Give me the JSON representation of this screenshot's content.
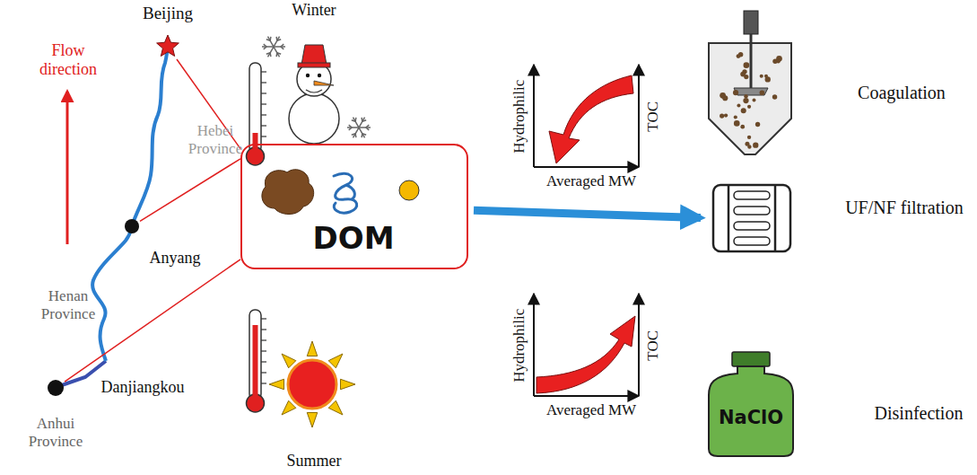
{
  "diagram": {
    "nodes": [
      {
        "text": [
          "Beijing"
        ]
      },
      {
        "text": [
          "Anyang"
        ]
      },
      {
        "text": [
          "Danjiangkou"
        ]
      },
      {
        "text": [
          "DOM"
        ]
      },
      {
        "text": [
          "UF/NF filtration"
        ]
      },
      {
        "text": [
          "NaClO",
          "Disinfection"
        ]
      }
    ],
    "edges": [
      {
        "from": 0,
        "to": 3,
        "arrow": "none"
      },
      {
        "from": 1,
        "to": 3,
        "arrow": "none"
      },
      {
        "from": 2,
        "to": 3,
        "arrow": "none"
      },
      {
        "from": 3,
        "to": 4,
        "arrow": "to"
      }
    ],
    "labels": [
      "Flow direction",
      "Hebei Province",
      "Henan Province",
      "Anhui Province",
      "Winter",
      "Summer",
      "Hydrophilic",
      "Averaged MW",
      "TOC",
      "Hydrophilic",
      "Averaged MW",
      "TOC",
      "Coagulation"
    ]
  }
}
